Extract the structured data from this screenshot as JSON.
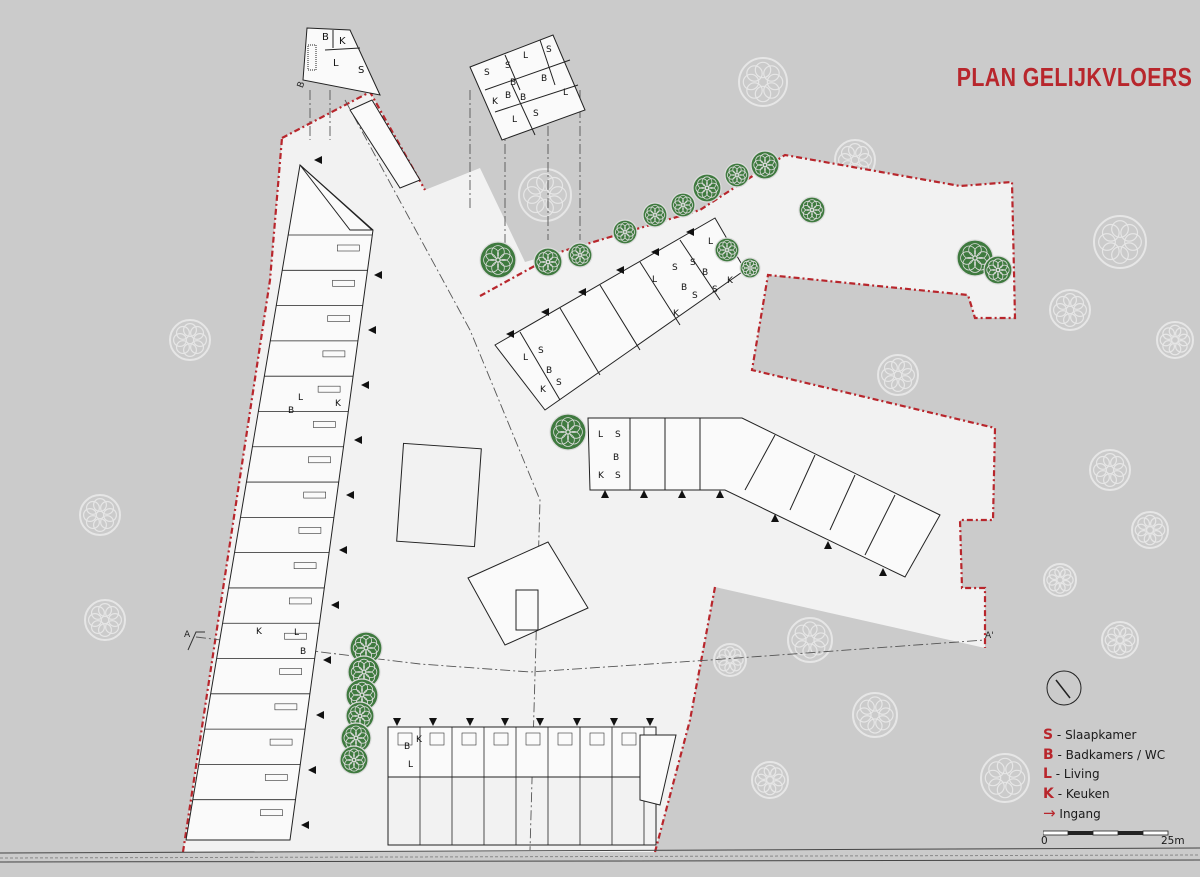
{
  "title": "PLAN GELIJKVLOERS",
  "legend": [
    {
      "key": "S",
      "label": "- Slaapkamer"
    },
    {
      "key": "B",
      "label": "- Badkamers / WC"
    },
    {
      "key": "L",
      "label": "- Living"
    },
    {
      "key": "K",
      "label": "- Keuken"
    },
    {
      "key": "→",
      "label": "Ingang"
    }
  ],
  "scale": {
    "start": "0",
    "end": "25m"
  },
  "section_markers": {
    "left": "A",
    "right": "A'",
    "top": "B"
  },
  "room_letters": [
    "S",
    "B",
    "L",
    "K"
  ],
  "colors": {
    "background": "#cbcbcb",
    "site": "#f2f2f2",
    "boundary": "#b8262c",
    "walls": "#222222",
    "trees": "#3f7a3f",
    "tree_outline": "#e6e6e6",
    "title": "#b8262c"
  }
}
